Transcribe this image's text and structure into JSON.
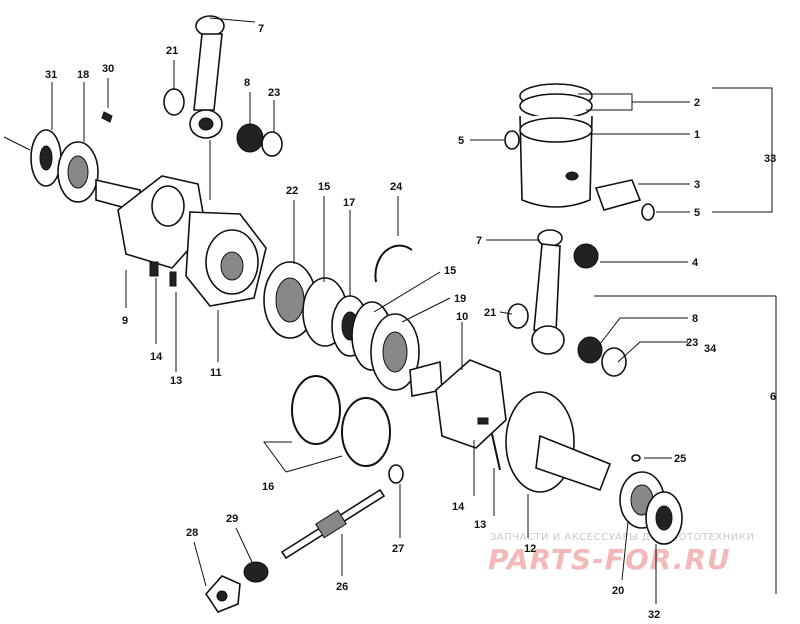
{
  "labels": {
    "l7a": "7",
    "l21a": "21",
    "l8a": "8",
    "l23a": "23",
    "l31": "31",
    "l18": "18",
    "l30": "30",
    "l2": "2",
    "l1": "1",
    "l5a": "5",
    "l33": "33",
    "l3": "3",
    "l5b": "5",
    "l22": "22",
    "l15a": "15",
    "l17": "17",
    "l24": "24",
    "l7b": "7",
    "l4": "4",
    "l15b": "15",
    "l19": "19",
    "l10": "10",
    "l21b": "21",
    "l8b": "8",
    "l23b": "23",
    "l34": "34",
    "l6": "6",
    "l9": "9",
    "l14a": "14",
    "l13a": "13",
    "l11": "11",
    "l16": "16",
    "l25": "25",
    "l14b": "14",
    "l13b": "13",
    "l12": "12",
    "l29": "29",
    "l28": "28",
    "l27": "27",
    "l26": "26",
    "l20": "20",
    "l32": "32"
  },
  "watermark": {
    "caption": "ЗАПЧАСТИ И АКСЕССУАРЫ ДЛЯ МОТОТЕХНИКИ",
    "brand": "PARTS-FOR.RU"
  },
  "colors": {
    "ink": "#111111",
    "watermark_text": "#c9c9c9",
    "watermark_brand": "#f3b8b8"
  }
}
